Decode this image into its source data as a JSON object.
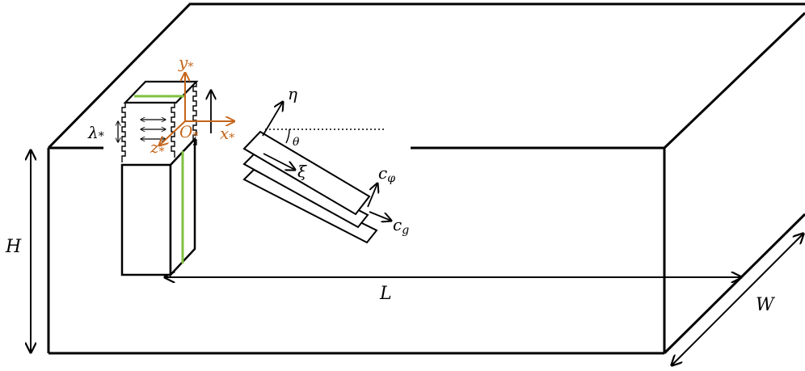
{
  "labels": {
    "height": "H",
    "length": "L",
    "width": "W",
    "wavelength": "λ",
    "star": "*",
    "eta": "η",
    "xi": "ξ",
    "theta": "θ",
    "phase_velocity": "c",
    "phase_sub": "φ",
    "group_velocity": "c",
    "group_sub": "g",
    "x_axis": "x",
    "y_axis": "y",
    "z_axis": "z",
    "origin": "O"
  },
  "colors": {
    "ink": "#000000",
    "axis_orange": "#c5651a",
    "slit_green": "#7fc241"
  }
}
